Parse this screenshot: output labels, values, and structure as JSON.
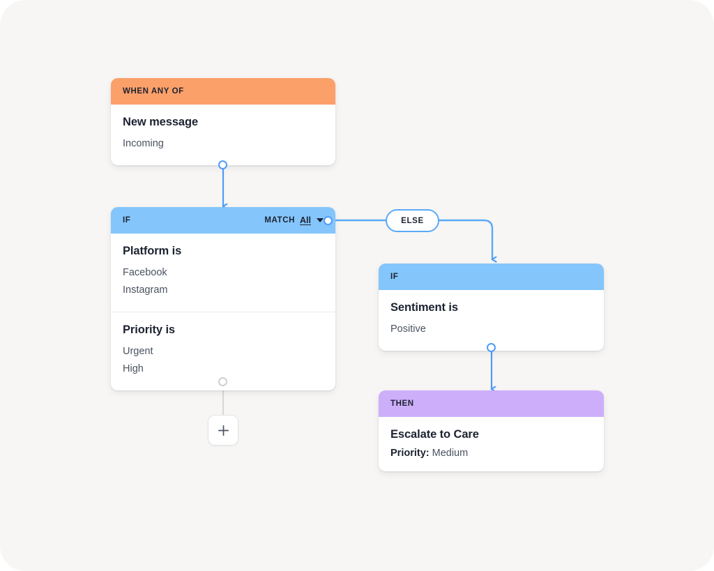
{
  "canvas": {
    "background": "#f7f6f4",
    "accent_blue": "#4f9cf9"
  },
  "nodes": {
    "trigger": {
      "header_label": "WHEN ANY OF",
      "header_color": "#fca06a",
      "title": "New message",
      "value": "Incoming"
    },
    "if_primary": {
      "header_label": "IF",
      "header_color": "#84c5fb",
      "match_word": "MATCH",
      "match_value": "All",
      "groups": [
        {
          "title": "Platform is",
          "values": [
            "Facebook",
            "Instagram"
          ]
        },
        {
          "title": "Priority is",
          "values": [
            "Urgent",
            "High"
          ]
        }
      ]
    },
    "else_pill": {
      "label": "ELSE"
    },
    "if_secondary": {
      "header_label": "IF",
      "header_color": "#84c5fb",
      "title": "Sentiment is",
      "value": "Positive"
    },
    "then_action": {
      "header_label": "THEN",
      "header_color": "#cdaefb",
      "title": "Escalate to Care",
      "property_label": "Priority:",
      "property_value": "Medium"
    }
  },
  "controls": {
    "add_step_icon": "plus-icon"
  }
}
